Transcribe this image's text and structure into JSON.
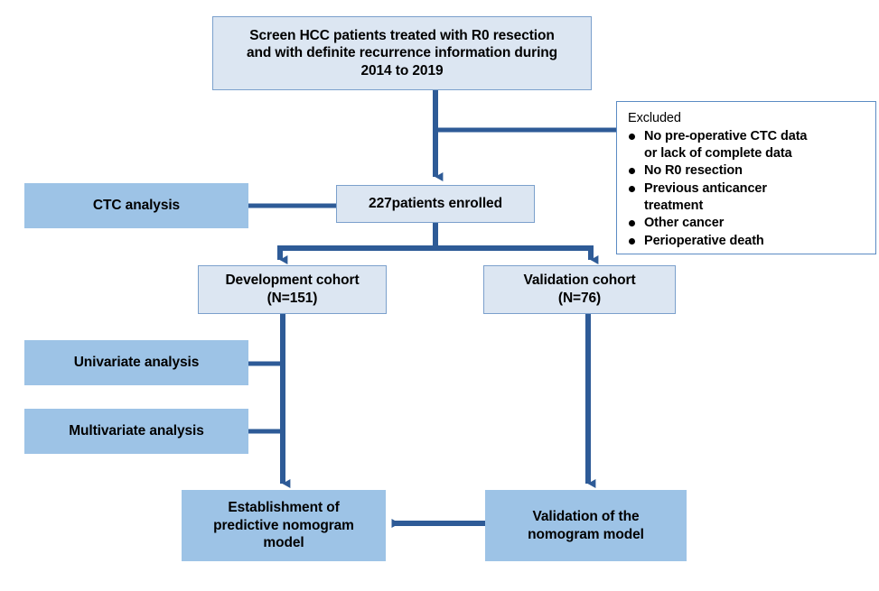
{
  "figure": {
    "type": "flowchart",
    "title": "HCC patient selection and nomogram development flow diagram",
    "colors": {
      "box_light_fill": "#dce6f2",
      "box_light_border": "#7ba0cc",
      "box_mid_fill": "#9dc3e6",
      "panel_fill": "#ffffff",
      "panel_border": "#5b8bc4",
      "connector": "#2e5b97",
      "text": "#000000",
      "background": "#ffffff"
    }
  },
  "nodes": {
    "screen": {
      "line1": "Screen HCC patients treated with R0 resection",
      "line2": "and with definite recurrence information during",
      "line3": "2014 to 2019"
    },
    "enrolled": {
      "line1": "227patients enrolled"
    },
    "ctc": {
      "line1": "CTC analysis"
    },
    "development": {
      "line1": "Development cohort",
      "line2": "(N=151)"
    },
    "validation_cohort": {
      "line1": "Validation cohort",
      "line2": "(N=76)"
    },
    "univariate": {
      "line1": "Univariate analysis"
    },
    "multivariate": {
      "line1": "Multivariate analysis"
    },
    "establishment": {
      "line1": "Establishment of",
      "line2": "predictive nomogram",
      "line3": "model"
    },
    "validation_model": {
      "line1": "Validation of the",
      "line2": "nomogram model"
    }
  },
  "excluded": {
    "title": "Excluded",
    "items": [
      {
        "line1": "No pre-operative CTC data",
        "line2": "or lack of complete data"
      },
      {
        "line1": "No R0 resection",
        "line2": ""
      },
      {
        "line1": "Previous anticancer",
        "line2": "treatment"
      },
      {
        "line1": "Other cancer",
        "line2": ""
      },
      {
        "line1": "Perioperative death",
        "line2": ""
      }
    ]
  }
}
